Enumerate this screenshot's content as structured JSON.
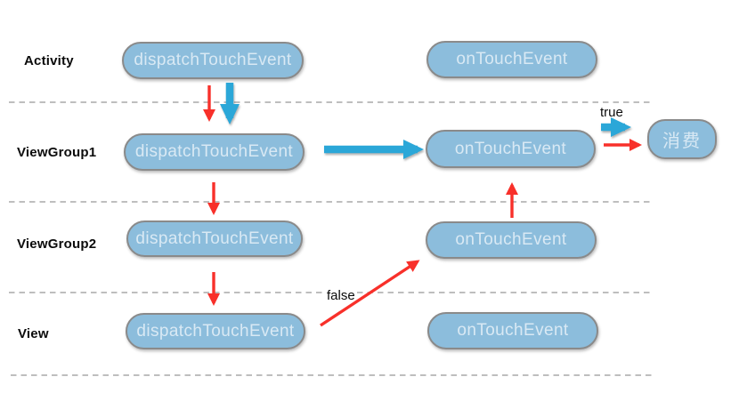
{
  "diagram": {
    "rows": [
      {
        "label": "Activity"
      },
      {
        "label": "ViewGroup1"
      },
      {
        "label": "ViewGroup2"
      },
      {
        "label": "View"
      }
    ],
    "nodes": {
      "activity_dispatch": "dispatchTouchEvent",
      "activity_ontouch": "onTouchEvent",
      "vg1_dispatch": "dispatchTouchEvent",
      "vg1_ontouch": "onTouchEvent",
      "vg2_dispatch": "dispatchTouchEvent",
      "vg2_ontouch": "onTouchEvent",
      "view_dispatch": "dispatchTouchEvent",
      "view_ontouch": "onTouchEvent",
      "consume": "消费"
    },
    "edge_labels": {
      "true_label": "true",
      "false_label": "false"
    },
    "colors": {
      "node_fill": "#8cbddc",
      "node_border": "#8a8a8a",
      "node_text": "#d9e9f4",
      "red_arrow": "#f8302a",
      "cyan_arrow": "#2ba7d8",
      "dashed_line": "#a9a9a9",
      "label_text": "#0b0b0b",
      "canvas_bg": "#ffffff"
    }
  }
}
